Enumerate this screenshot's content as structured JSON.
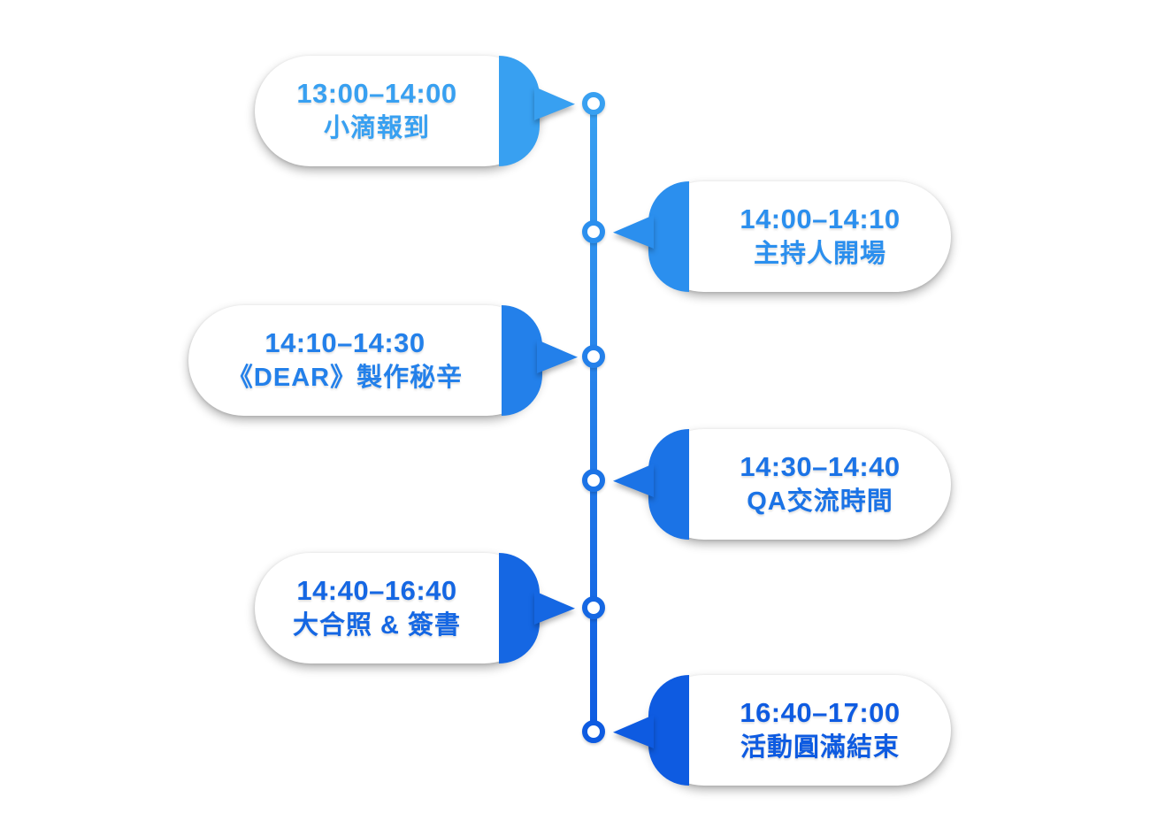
{
  "page": {
    "background": "#ffffff"
  },
  "timeline": {
    "line_gradient_top": "#38A0F1",
    "line_gradient_bottom": "#0E5BE1",
    "node_fill": "#ffffff"
  },
  "events": [
    {
      "time": "13:00–14:00",
      "label": "小滴報到",
      "side": "left",
      "accent": "#38A0F1"
    },
    {
      "time": "14:00–14:10",
      "label": "主持人開場",
      "side": "right",
      "accent": "#2B8FEE"
    },
    {
      "time": "14:10–14:30",
      "label": "《DEAR》製作秘辛",
      "side": "left",
      "accent": "#2380EA"
    },
    {
      "time": "14:30–14:40",
      "label": "QA交流時間",
      "side": "right",
      "accent": "#1B73E6"
    },
    {
      "time": "14:40–16:40",
      "label": "大合照 & 簽書",
      "side": "left",
      "accent": "#1567E3"
    },
    {
      "time": "16:40–17:00",
      "label": "活動圓滿結束",
      "side": "right",
      "accent": "#0E5BE1"
    }
  ]
}
